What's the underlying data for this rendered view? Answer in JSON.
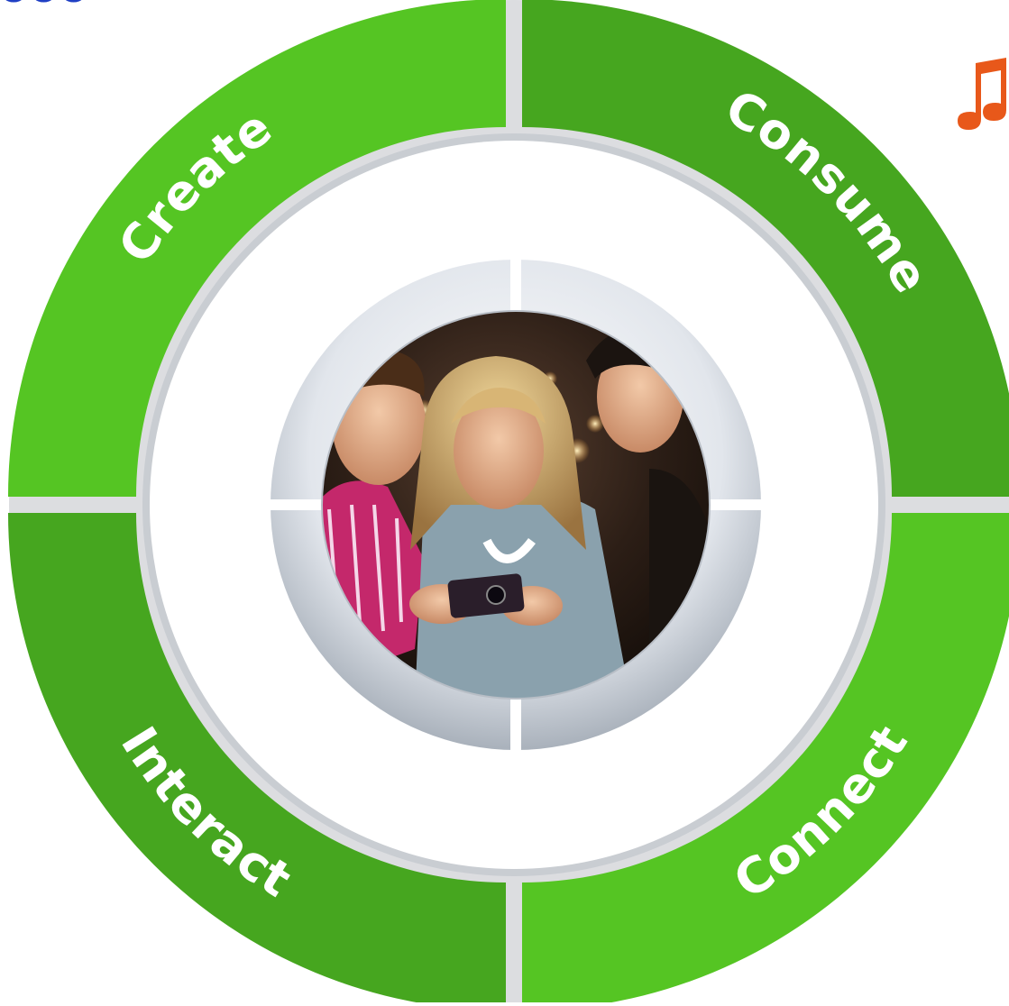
{
  "title_fragment": "ooo",
  "diagram": {
    "segments": [
      {
        "label": "Create",
        "color": "#55c523"
      },
      {
        "label": "Consume",
        "color": "#46a61f"
      },
      {
        "label": "Interact",
        "color": "#46a61f"
      },
      {
        "label": "Connect",
        "color": "#55c523"
      }
    ],
    "center_image": "photo-three-people-looking-at-phone",
    "corner_icon": "music-note-icon"
  },
  "colors": {
    "ring_light": "#55c523",
    "ring_dark": "#46a61f",
    "gap": "#d9dadd",
    "title": "#1f3fc4",
    "music_note": "#e8581a"
  }
}
